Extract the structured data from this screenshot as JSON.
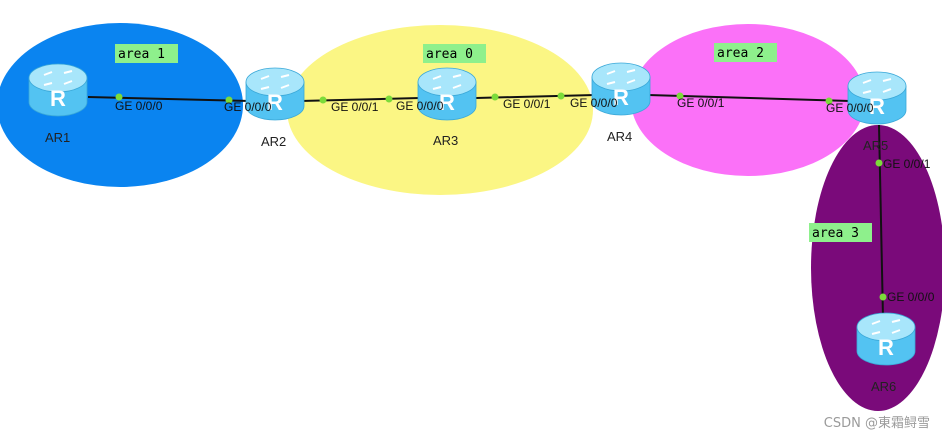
{
  "colors": {
    "area1": "#0a84f0",
    "area0": "#fbf684",
    "area2": "#fb71f8",
    "area3": "#7a0a7a",
    "area_label_bg": "#8ef08c",
    "link": "#111111",
    "port_dot": "#7cdb3a",
    "router_body": "#53c3f2",
    "router_top": "#a8e6fb"
  },
  "areas": [
    {
      "id": "area1",
      "label": "area 1"
    },
    {
      "id": "area0",
      "label": "area 0"
    },
    {
      "id": "area2",
      "label": "area 2"
    },
    {
      "id": "area3",
      "label": "area 3"
    }
  ],
  "routers": [
    {
      "id": "ar1",
      "name": "AR1"
    },
    {
      "id": "ar2",
      "name": "AR2"
    },
    {
      "id": "ar3",
      "name": "AR3"
    },
    {
      "id": "ar4",
      "name": "AR4"
    },
    {
      "id": "ar5",
      "name": "AR5"
    },
    {
      "id": "ar6",
      "name": "AR6"
    }
  ],
  "links": [
    {
      "from": "AR1",
      "to": "AR2",
      "from_port": "GE 0/0/0",
      "to_port": "GE 0/0/0"
    },
    {
      "from": "AR2",
      "to": "AR3",
      "from_port": "GE 0/0/1",
      "to_port": "GE 0/0/0"
    },
    {
      "from": "AR3",
      "to": "AR4",
      "from_port": "GE 0/0/1",
      "to_port": "GE 0/0/0"
    },
    {
      "from": "AR4",
      "to": "AR5",
      "from_port": "GE 0/0/1",
      "to_port": "GE 0/0/0"
    },
    {
      "from": "AR5",
      "to": "AR6",
      "from_port": "GE 0/0/1",
      "to_port": "GE 0/0/0"
    }
  ],
  "watermark": "CSDN @東霜鲟雪"
}
